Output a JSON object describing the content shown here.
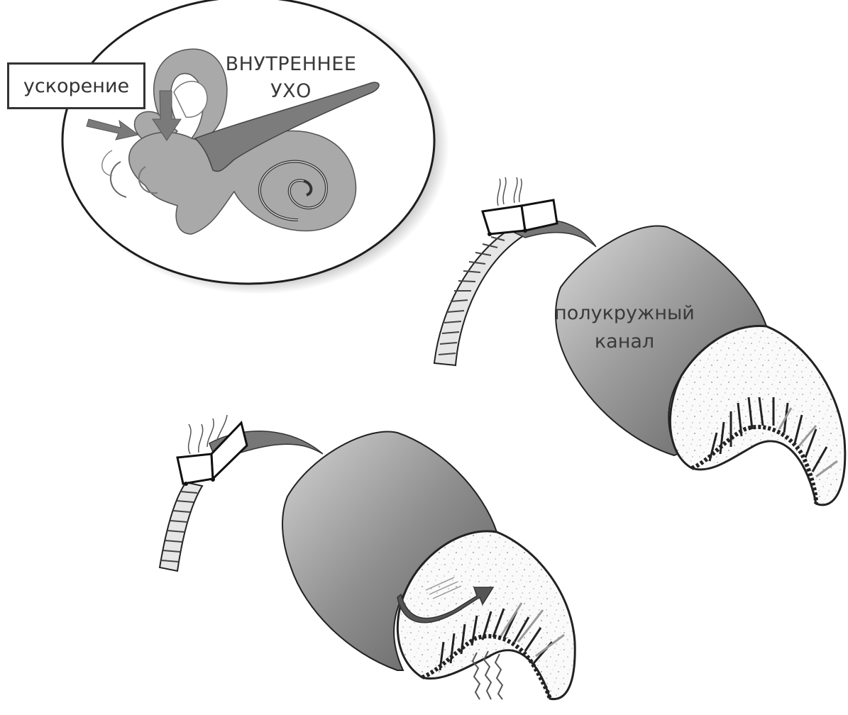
{
  "labels": {
    "acceleration": "ускорение",
    "inner_ear_line1": "ВНУТРЕННЕЕ",
    "inner_ear_line2": "УХО",
    "canal_line1": "полукружный",
    "canal_line2": "канал"
  },
  "colors": {
    "background": "#ffffff",
    "ear_fill": "#a9a9a9",
    "canal_fill": "#8a8a8a",
    "arrow": "#777777",
    "outline": "#222222"
  }
}
